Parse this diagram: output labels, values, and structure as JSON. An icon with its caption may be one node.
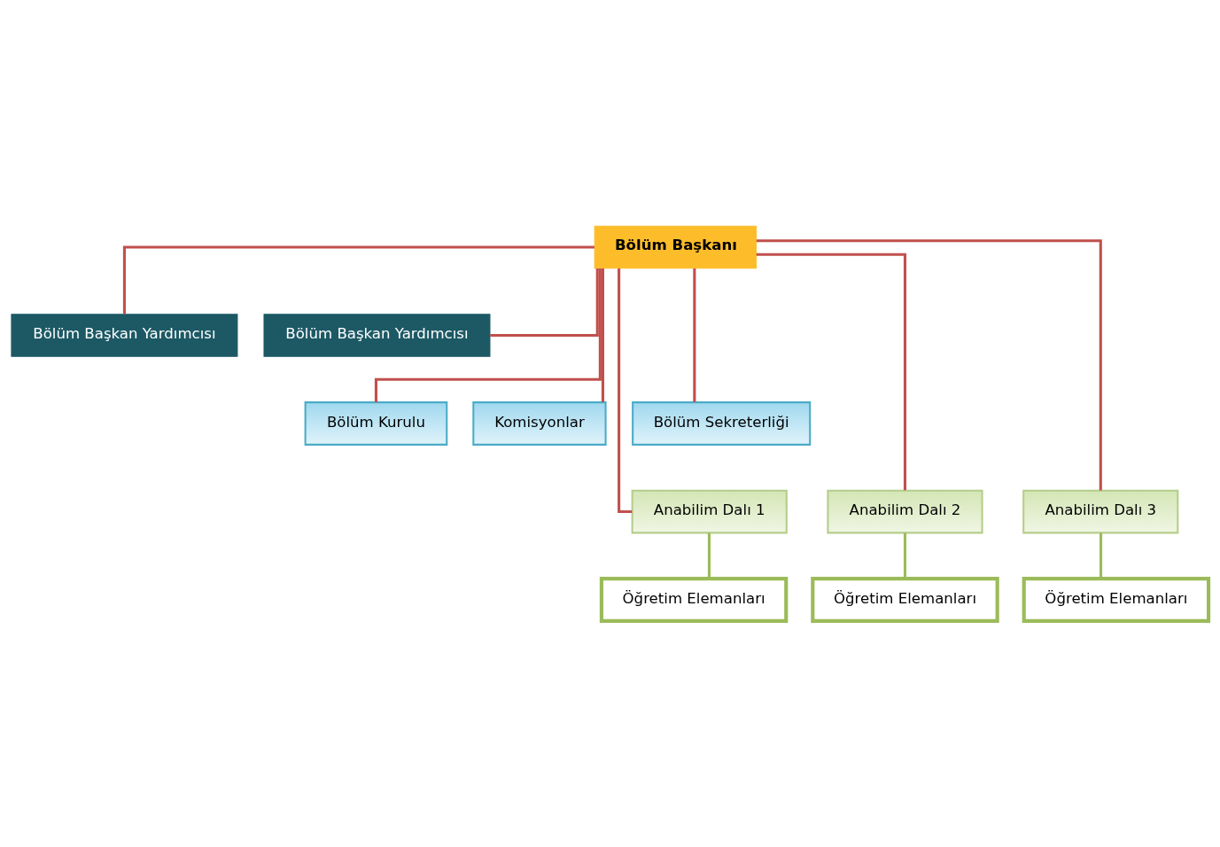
{
  "diagram": {
    "nodes": [
      {
        "text": [
          "Bölüm Başkanı"
        ]
      },
      {
        "text": [
          "Bölüm Başkan Yardımcısı"
        ]
      },
      {
        "text": [
          "Bölüm Başkan Yardımcısı"
        ]
      },
      {
        "text": [
          "Bölüm Kurulu"
        ]
      },
      {
        "text": [
          "Komisyonlar"
        ]
      },
      {
        "text": [
          "Bölüm Sekreterliği"
        ]
      },
      {
        "text": [
          "Anabilim Dalı 1"
        ]
      },
      {
        "text": [
          "Anabilim Dalı 2"
        ]
      },
      {
        "text": [
          "Anabilim Dalı 3"
        ]
      },
      {
        "text": [
          "Öğretim Elemanları"
        ]
      },
      {
        "text": [
          "Öğretim Elemanları"
        ]
      },
      {
        "text": [
          "Öğretim Elemanları"
        ]
      }
    ],
    "edges": [
      {
        "from": 0,
        "to": 1,
        "arrow": "none"
      },
      {
        "from": 0,
        "to": 2,
        "arrow": "none"
      },
      {
        "from": 0,
        "to": 3,
        "arrow": "none"
      },
      {
        "from": 0,
        "to": 4,
        "arrow": "none"
      },
      {
        "from": 0,
        "to": 5,
        "arrow": "none"
      },
      {
        "from": 0,
        "to": 6,
        "arrow": "none"
      },
      {
        "from": 0,
        "to": 7,
        "arrow": "none"
      },
      {
        "from": 0,
        "to": 8,
        "arrow": "none"
      },
      {
        "from": 6,
        "to": 9,
        "arrow": "none",
        "color": "#9bbb59"
      },
      {
        "from": 7,
        "to": 10,
        "arrow": "none",
        "color": "#9bbb59"
      },
      {
        "from": 8,
        "to": 11,
        "arrow": "none",
        "color": "#9bbb59"
      }
    ]
  }
}
